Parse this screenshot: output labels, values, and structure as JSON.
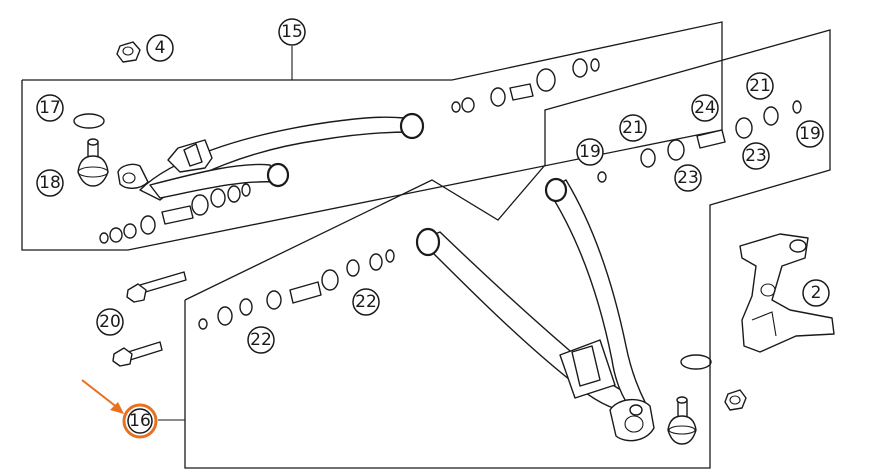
{
  "callouts": {
    "c4": "4",
    "c15": "15",
    "c17": "17",
    "c18": "18",
    "c19a": "19",
    "c21a": "21",
    "c23a": "23",
    "c24": "24",
    "c21b": "21",
    "c23b": "23",
    "c19b": "19",
    "c22a": "22",
    "c22b": "22",
    "c20": "20",
    "c2": "2",
    "c16": "16"
  },
  "colors": {
    "highlight": "#e8701f",
    "ink": "#1a1a1a"
  }
}
